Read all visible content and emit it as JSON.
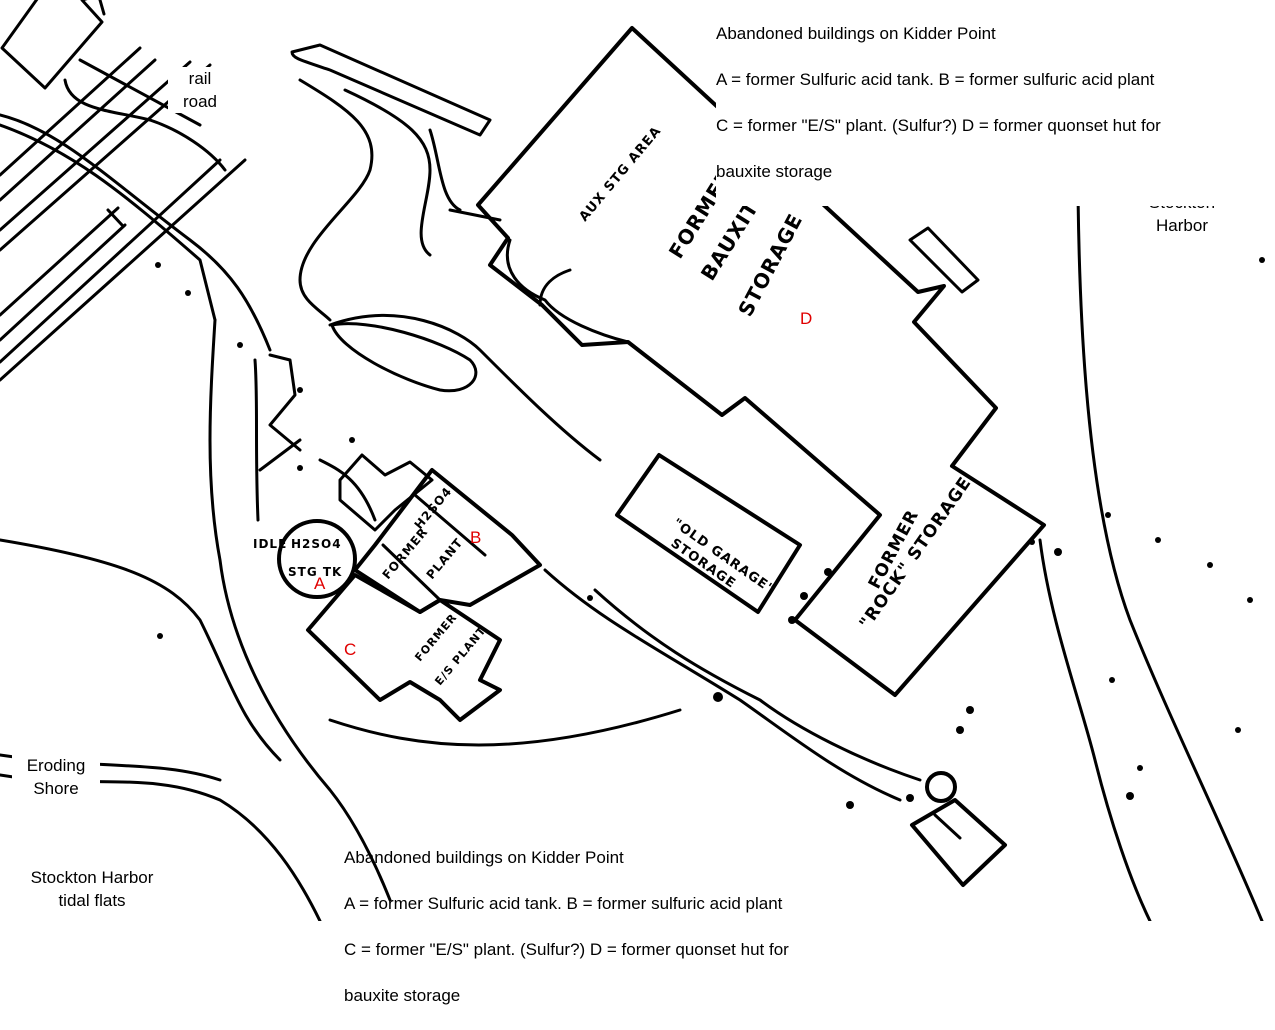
{
  "place_labels": {
    "rail_road": "rail\nroad",
    "stockton_harbor": "Stockton\nHarbor",
    "eroding_shore": "Eroding\nShore",
    "tidal_flats": "Stockton Harbor\ntidal flats"
  },
  "caption": {
    "title": "Abandoned buildings on Kidder Point",
    "line1": "A = former Sulfuric acid tank. B = former sulfuric acid plant",
    "line2": "C = former \"E/S\" plant. (Sulfur?) D = former quonset hut for",
    "line3": "bauxite storage"
  },
  "markers": {
    "A": "A",
    "B": "B",
    "C": "C",
    "D": "D"
  },
  "handwritten": {
    "aux_stg_area": "AUX STG AREA",
    "former": "FORMER",
    "bauxite": "BAUXITE",
    "storage": "STORAGE",
    "h2so4": "H2SO4",
    "plant": "PLANT",
    "old_garage": "\"OLD GARAGE\"",
    "rock_storage": "\"ROCK\" STORAGE",
    "idle": "IDLE",
    "stg_tk": "STG  TK",
    "es_plant": "E/S PLANT"
  },
  "colors": {
    "ink": "#000000",
    "marker": "#e00000",
    "paper": "#ffffff"
  }
}
